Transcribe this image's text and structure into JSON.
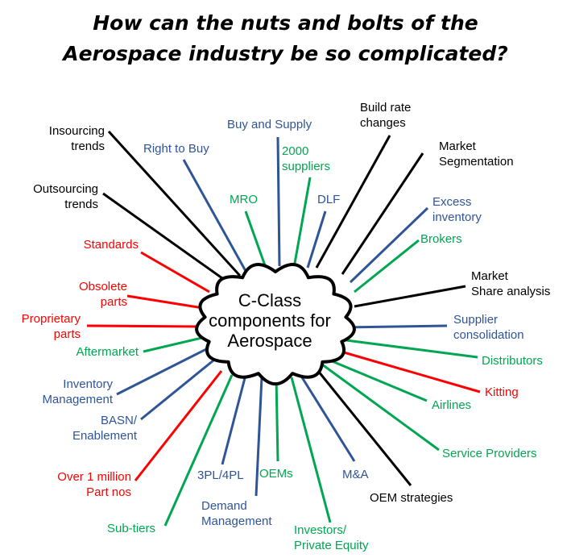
{
  "title_lines": [
    "How can the nuts and bolts of the",
    "Aerospace industry be so complicated?"
  ],
  "center_lines": [
    "C-Class",
    "components for",
    "Aerospace"
  ],
  "colors": {
    "black": "#000000",
    "blue": "#2f5597",
    "green": "#00a651",
    "red": "#ff0000"
  },
  "topics": [
    {
      "id": "insourcing-trends",
      "lines": [
        "Insourcing",
        "trends"
      ],
      "color": "black"
    },
    {
      "id": "right-to-buy",
      "lines": [
        "Right to Buy"
      ],
      "color": "blue"
    },
    {
      "id": "buy-and-supply",
      "lines": [
        "Buy and Supply"
      ],
      "color": "blue"
    },
    {
      "id": "build-rate-changes",
      "lines": [
        "Build rate",
        "changes"
      ],
      "color": "black"
    },
    {
      "id": "2000-suppliers",
      "lines": [
        "2000",
        "suppliers"
      ],
      "color": "green"
    },
    {
      "id": "market-segmentation",
      "lines": [
        "Market",
        "Segmentation"
      ],
      "color": "black"
    },
    {
      "id": "outsourcing-trends",
      "lines": [
        "Outsourcing",
        "trends"
      ],
      "color": "black"
    },
    {
      "id": "mro",
      "lines": [
        "MRO"
      ],
      "color": "green"
    },
    {
      "id": "dlf",
      "lines": [
        "DLF"
      ],
      "color": "blue"
    },
    {
      "id": "excess-inventory",
      "lines": [
        "Excess",
        "inventory"
      ],
      "color": "blue"
    },
    {
      "id": "brokers",
      "lines": [
        "Brokers"
      ],
      "color": "green"
    },
    {
      "id": "standards",
      "lines": [
        "Standards"
      ],
      "color": "red"
    },
    {
      "id": "market-share-analysis",
      "lines": [
        "Market",
        "Share analysis"
      ],
      "color": "black"
    },
    {
      "id": "obsolete-parts",
      "lines": [
        "Obsolete",
        "parts"
      ],
      "color": "red"
    },
    {
      "id": "proprietary-parts",
      "lines": [
        "Proprietary",
        "parts"
      ],
      "color": "red"
    },
    {
      "id": "supplier-consolidation",
      "lines": [
        "Supplier",
        "consolidation"
      ],
      "color": "blue"
    },
    {
      "id": "aftermarket",
      "lines": [
        "Aftermarket"
      ],
      "color": "green"
    },
    {
      "id": "distributors",
      "lines": [
        "Distributors"
      ],
      "color": "green"
    },
    {
      "id": "inventory-management",
      "lines": [
        "Inventory",
        "Management"
      ],
      "color": "blue"
    },
    {
      "id": "kitting",
      "lines": [
        "Kitting"
      ],
      "color": "red"
    },
    {
      "id": "airlines",
      "lines": [
        "Airlines"
      ],
      "color": "green"
    },
    {
      "id": "basn-enablement",
      "lines": [
        "BASN/",
        "Enablement"
      ],
      "color": "blue"
    },
    {
      "id": "service-providers",
      "lines": [
        "Service Providers"
      ],
      "color": "green"
    },
    {
      "id": "over-1-million-part-nos",
      "lines": [
        "Over 1 million",
        "Part nos"
      ],
      "color": "red"
    },
    {
      "id": "3pl-4pl",
      "lines": [
        "3PL/4PL"
      ],
      "color": "blue"
    },
    {
      "id": "oems",
      "lines": [
        "OEMs"
      ],
      "color": "green"
    },
    {
      "id": "m-and-a",
      "lines": [
        "M&A"
      ],
      "color": "blue"
    },
    {
      "id": "oem-strategies",
      "lines": [
        "OEM strategies"
      ],
      "color": "black"
    },
    {
      "id": "demand-management",
      "lines": [
        "Demand",
        "Management"
      ],
      "color": "blue"
    },
    {
      "id": "sub-tiers",
      "lines": [
        "Sub-tiers"
      ],
      "color": "green"
    },
    {
      "id": "investors-private-equity",
      "lines": [
        "Investors/",
        "Private Equity"
      ],
      "color": "green"
    }
  ]
}
